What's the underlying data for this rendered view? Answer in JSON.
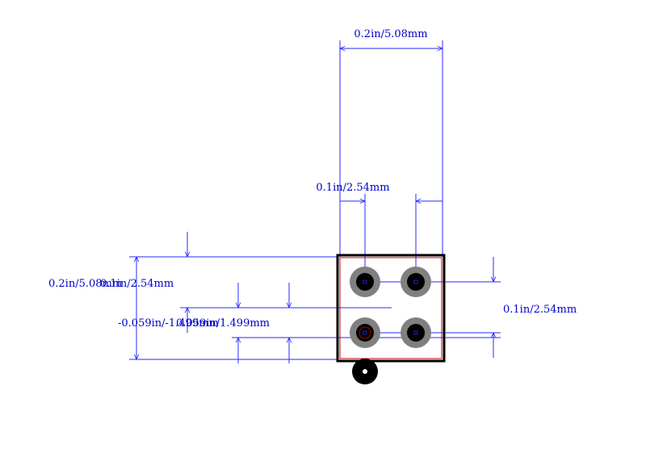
{
  "colors": {
    "dimension": "#2a2aff",
    "dimension_text": "#0000cc",
    "outline": "#000000",
    "courtyard": "#cc0000",
    "pad_ring": "#808080",
    "drill": "#000000"
  },
  "dimensions": {
    "top_width": "0.2in/5.08mm",
    "pad_pitch_x": "0.1in/2.54mm",
    "left_height_a": "0.2in/5.08mm",
    "left_height_b": "0.1in/2.54mm",
    "offset_a": "-0.059in/-1.499mm",
    "offset_b": "0.059in/1.499mm",
    "right_pitch_y": "0.1in/2.54mm"
  },
  "pads": [
    {
      "name": "pad-1"
    },
    {
      "name": "pad-2"
    },
    {
      "name": "pad-3"
    },
    {
      "name": "pad-4"
    }
  ],
  "pin1_marker": "pin-1-marker"
}
